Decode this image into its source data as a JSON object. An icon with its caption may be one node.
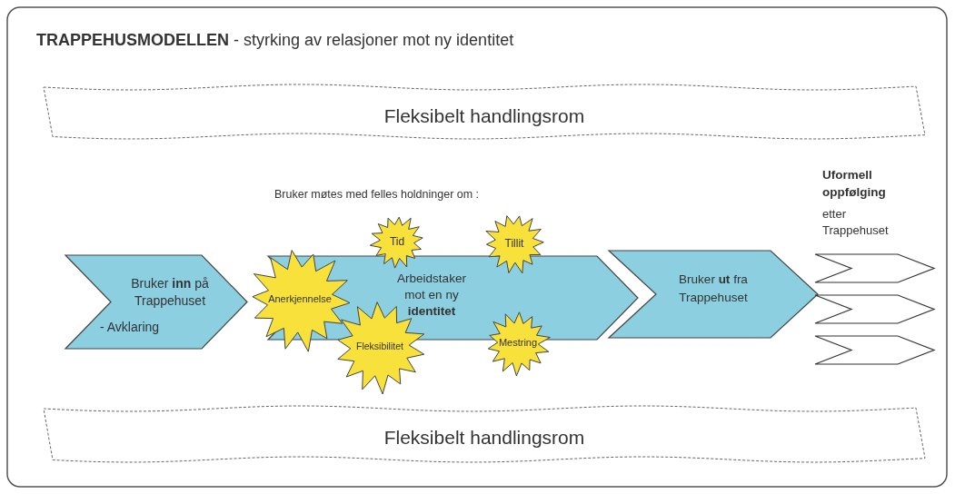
{
  "diagram": {
    "title": "**TRAPPEHUSMODELLEN** - styrking av relasjoner mot ny identitet",
    "nodes": [
      {
        "text": [
          "Fleksibelt handlingsrom"
        ]
      },
      {
        "text": [
          "Bruker **inn** på Trappehuset",
          "- Avklaring"
        ]
      },
      {
        "text": [
          "Arbeidstaker mot en ny **identitet**"
        ]
      },
      {
        "text": [
          "Tid"
        ]
      },
      {
        "text": [
          "Tillit"
        ]
      },
      {
        "text": [
          "Anerkjennelse"
        ]
      },
      {
        "text": [
          "Fleksibilitet"
        ]
      },
      {
        "text": [
          "Mestring"
        ]
      },
      {
        "text": [
          "Bruker **ut** fra Trappehuset"
        ]
      },
      {
        "text": [],
        "shape": "chevron"
      },
      {
        "text": [],
        "shape": "chevron"
      },
      {
        "text": [],
        "shape": "chevron"
      },
      {
        "text": [
          "Fleksibelt handlingsrom"
        ]
      }
    ],
    "labels": [
      "Bruker møtes med felles holdninger om :",
      "Uformell oppfølging",
      "etter Trappehuset"
    ]
  }
}
